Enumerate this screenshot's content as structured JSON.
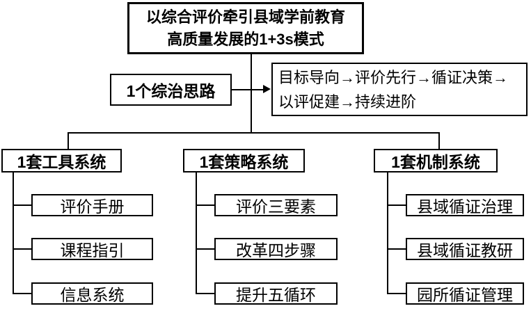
{
  "diagram": {
    "root": {
      "line1": "以综合评价牵引县域学前教育",
      "line2": "高质量发展的1+3s模式"
    },
    "approach": {
      "label": "1个综治思路",
      "detail_line1": "目标导向→评价先行→循证决策→",
      "detail_line2": "以评促建→持续进阶"
    },
    "branches": [
      {
        "title": "1套工具系统",
        "items": [
          "评价手册",
          "课程指引",
          "信息系统"
        ]
      },
      {
        "title": "1套策略系统",
        "items": [
          "评价三要素",
          "改革四步骤",
          "提升五循环"
        ]
      },
      {
        "title": "1套机制系统",
        "items": [
          "县域循证治理",
          "县域循证教研",
          "园所循证管理"
        ]
      }
    ],
    "colors": {
      "line": "#000000",
      "background": "#ffffff",
      "text": "#000000"
    }
  }
}
